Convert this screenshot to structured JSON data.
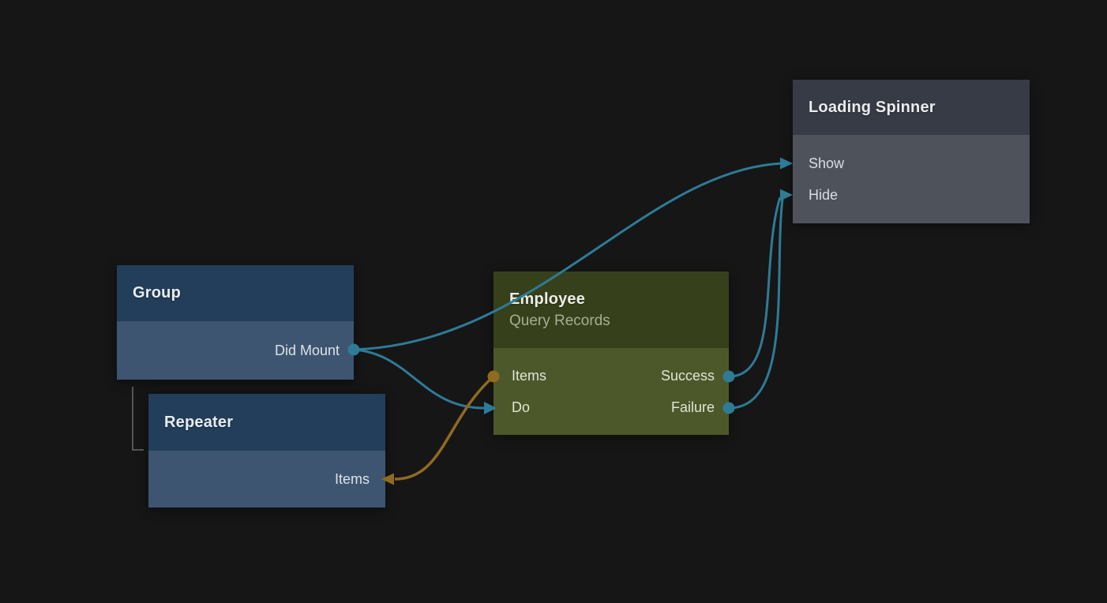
{
  "canvas": {
    "background": "#161616",
    "signal_color": "#2e7b96",
    "data_color": "#8f6a21",
    "hierarchy_line_color": "#6a6a6a"
  },
  "nodes": {
    "group": {
      "title": "Group",
      "header_color": "#223e5b",
      "body_color": "#3d5570",
      "ports": {
        "did_mount": "Did Mount"
      }
    },
    "repeater": {
      "title": "Repeater",
      "header_color": "#223e5b",
      "body_color": "#3d5570",
      "ports": {
        "items": "Items"
      }
    },
    "employee": {
      "title": "Employee",
      "subtitle": "Query Records",
      "header_color": "#36411c",
      "body_color": "#4d582a",
      "ports": {
        "items": "Items",
        "do": "Do",
        "success": "Success",
        "failure": "Failure"
      }
    },
    "loading_spinner": {
      "title": "Loading Spinner",
      "header_color": "#373b45",
      "body_color": "#4e525b",
      "ports": {
        "show": "Show",
        "hide": "Hide"
      }
    }
  },
  "connections": [
    {
      "from": "Group.Did Mount",
      "to": "Loading Spinner.Show",
      "type": "signal"
    },
    {
      "from": "Group.Did Mount",
      "to": "Employee.Do",
      "type": "signal"
    },
    {
      "from": "Employee.Success",
      "to": "Loading Spinner.Hide",
      "type": "signal"
    },
    {
      "from": "Employee.Failure",
      "to": "Loading Spinner.Hide",
      "type": "signal"
    },
    {
      "from": "Employee.Items",
      "to": "Repeater.Items",
      "type": "data"
    }
  ],
  "hierarchy": [
    {
      "parent": "Group",
      "child": "Repeater"
    }
  ]
}
